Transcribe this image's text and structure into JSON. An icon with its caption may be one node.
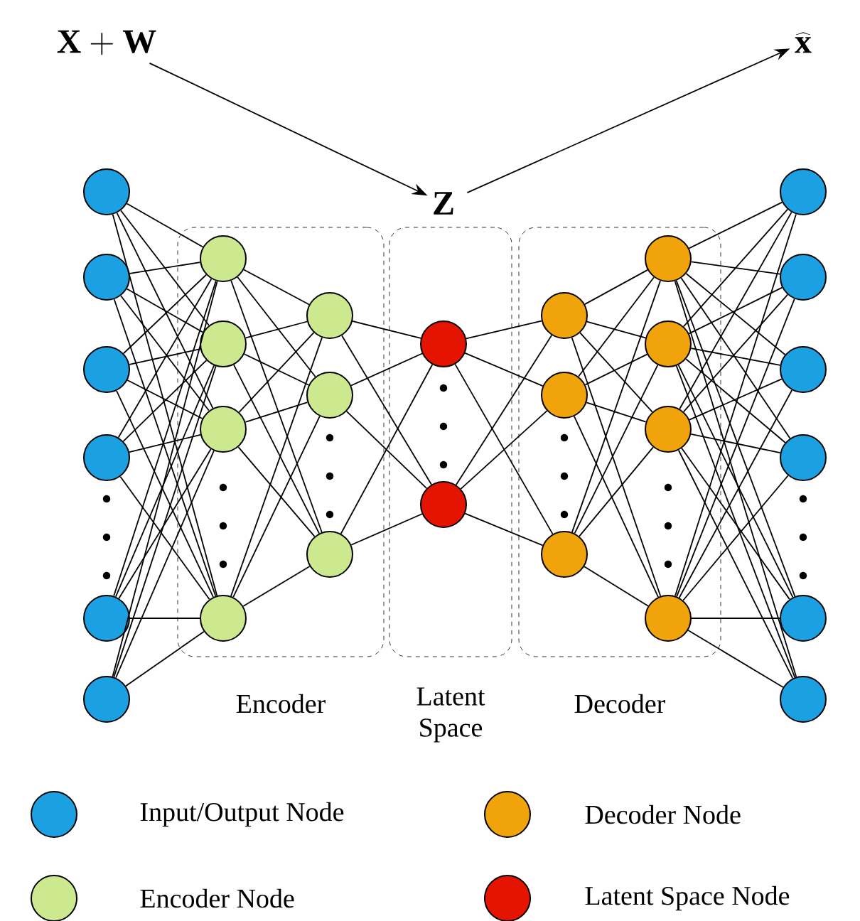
{
  "diagram": {
    "nodes": [
      {
        "text": [
          "\\mathbf{X}+\\mathbf{W}"
        ]
      },
      {
        "text": [
          "\\widehat{\\mathbf{x}}"
        ]
      },
      {
        "text": [
          "\\mathbf{Z}"
        ]
      },
      {
        "text": [],
        "shape": "circle"
      },
      {
        "text": [],
        "shape": "circle"
      },
      {
        "text": [],
        "shape": "circle"
      },
      {
        "text": [],
        "shape": "circle"
      },
      {
        "text": [],
        "shape": "circle"
      },
      {
        "text": [],
        "shape": "circle"
      },
      {
        "text": [
          "Encoder"
        ]
      },
      {
        "text": [],
        "shape": "circle",
        "in": 9
      },
      {
        "text": [],
        "shape": "circle",
        "in": 9
      },
      {
        "text": [],
        "shape": "circle",
        "in": 9
      },
      {
        "text": [],
        "shape": "circle",
        "in": 9
      },
      {
        "text": [],
        "shape": "circle",
        "in": 9
      },
      {
        "text": [],
        "shape": "circle",
        "in": 9
      },
      {
        "text": [],
        "shape": "circle",
        "in": 9
      },
      {
        "text": [
          "Latent Space"
        ]
      },
      {
        "text": [],
        "shape": "circle",
        "in": 17
      },
      {
        "text": [],
        "shape": "circle",
        "in": 17
      },
      {
        "text": [
          "Decoder"
        ]
      },
      {
        "text": [],
        "shape": "circle",
        "in": 20
      },
      {
        "text": [],
        "shape": "circle",
        "in": 20
      },
      {
        "text": [],
        "shape": "circle",
        "in": 20
      },
      {
        "text": [],
        "shape": "circle",
        "in": 20
      },
      {
        "text": [],
        "shape": "circle",
        "in": 20
      },
      {
        "text": [],
        "shape": "circle",
        "in": 20
      },
      {
        "text": [],
        "shape": "circle",
        "in": 20
      },
      {
        "text": [],
        "shape": "circle"
      },
      {
        "text": [],
        "shape": "circle"
      },
      {
        "text": [],
        "shape": "circle"
      },
      {
        "text": [],
        "shape": "circle"
      },
      {
        "text": [],
        "shape": "circle"
      },
      {
        "text": [],
        "shape": "circle"
      }
    ],
    "edges": [
      {
        "from": 0,
        "to": 2,
        "arrow": "to"
      },
      {
        "from": 2,
        "to": 1,
        "arrow": "to"
      },
      {
        "from": 3,
        "to": 10,
        "arrow": "none"
      },
      {
        "from": 3,
        "to": 11,
        "arrow": "none"
      },
      {
        "from": 3,
        "to": 12,
        "arrow": "none"
      },
      {
        "from": 3,
        "to": 13,
        "arrow": "none"
      },
      {
        "from": 4,
        "to": 10,
        "arrow": "none"
      },
      {
        "from": 4,
        "to": 11,
        "arrow": "none"
      },
      {
        "from": 4,
        "to": 12,
        "arrow": "none"
      },
      {
        "from": 4,
        "to": 13,
        "arrow": "none"
      },
      {
        "from": 5,
        "to": 10,
        "arrow": "none"
      },
      {
        "from": 5,
        "to": 11,
        "arrow": "none"
      },
      {
        "from": 5,
        "to": 12,
        "arrow": "none"
      },
      {
        "from": 5,
        "to": 13,
        "arrow": "none"
      },
      {
        "from": 6,
        "to": 10,
        "arrow": "none"
      },
      {
        "from": 6,
        "to": 11,
        "arrow": "none"
      },
      {
        "from": 6,
        "to": 12,
        "arrow": "none"
      },
      {
        "from": 6,
        "to": 13,
        "arrow": "none"
      },
      {
        "from": 7,
        "to": 10,
        "arrow": "none"
      },
      {
        "from": 7,
        "to": 11,
        "arrow": "none"
      },
      {
        "from": 7,
        "to": 12,
        "arrow": "none"
      },
      {
        "from": 7,
        "to": 13,
        "arrow": "none"
      },
      {
        "from": 8,
        "to": 10,
        "arrow": "none"
      },
      {
        "from": 8,
        "to": 11,
        "arrow": "none"
      },
      {
        "from": 8,
        "to": 12,
        "arrow": "none"
      },
      {
        "from": 8,
        "to": 13,
        "arrow": "none"
      },
      {
        "from": 10,
        "to": 14,
        "arrow": "none"
      },
      {
        "from": 10,
        "to": 15,
        "arrow": "none"
      },
      {
        "from": 10,
        "to": 16,
        "arrow": "none"
      },
      {
        "from": 11,
        "to": 14,
        "arrow": "none"
      },
      {
        "from": 11,
        "to": 15,
        "arrow": "none"
      },
      {
        "from": 11,
        "to": 16,
        "arrow": "none"
      },
      {
        "from": 12,
        "to": 14,
        "arrow": "none"
      },
      {
        "from": 12,
        "to": 15,
        "arrow": "none"
      },
      {
        "from": 12,
        "to": 16,
        "arrow": "none"
      },
      {
        "from": 13,
        "to": 14,
        "arrow": "none"
      },
      {
        "from": 13,
        "to": 15,
        "arrow": "none"
      },
      {
        "from": 13,
        "to": 16,
        "arrow": "none"
      },
      {
        "from": 14,
        "to": 18,
        "arrow": "none"
      },
      {
        "from": 14,
        "to": 19,
        "arrow": "none"
      },
      {
        "from": 15,
        "to": 18,
        "arrow": "none"
      },
      {
        "from": 15,
        "to": 19,
        "arrow": "none"
      },
      {
        "from": 16,
        "to": 18,
        "arrow": "none"
      },
      {
        "from": 16,
        "to": 19,
        "arrow": "none"
      },
      {
        "from": 18,
        "to": 21,
        "arrow": "none"
      },
      {
        "from": 18,
        "to": 22,
        "arrow": "none"
      },
      {
        "from": 18,
        "to": 23,
        "arrow": "none"
      },
      {
        "from": 19,
        "to": 21,
        "arrow": "none"
      },
      {
        "from": 19,
        "to": 22,
        "arrow": "none"
      },
      {
        "from": 19,
        "to": 23,
        "arrow": "none"
      },
      {
        "from": 21,
        "to": 24,
        "arrow": "none"
      },
      {
        "from": 21,
        "to": 25,
        "arrow": "none"
      },
      {
        "from": 21,
        "to": 26,
        "arrow": "none"
      },
      {
        "from": 21,
        "to": 27,
        "arrow": "none"
      },
      {
        "from": 22,
        "to": 24,
        "arrow": "none"
      },
      {
        "from": 22,
        "to": 25,
        "arrow": "none"
      },
      {
        "from": 22,
        "to": 26,
        "arrow": "none"
      },
      {
        "from": 22,
        "to": 27,
        "arrow": "none"
      },
      {
        "from": 23,
        "to": 24,
        "arrow": "none"
      },
      {
        "from": 23,
        "to": 25,
        "arrow": "none"
      },
      {
        "from": 23,
        "to": 26,
        "arrow": "none"
      },
      {
        "from": 23,
        "to": 27,
        "arrow": "none"
      },
      {
        "from": 24,
        "to": 28,
        "arrow": "none"
      },
      {
        "from": 24,
        "to": 29,
        "arrow": "none"
      },
      {
        "from": 24,
        "to": 30,
        "arrow": "none"
      },
      {
        "from": 24,
        "to": 31,
        "arrow": "none"
      },
      {
        "from": 24,
        "to": 32,
        "arrow": "none"
      },
      {
        "from": 24,
        "to": 33,
        "arrow": "none"
      },
      {
        "from": 25,
        "to": 28,
        "arrow": "none"
      },
      {
        "from": 25,
        "to": 29,
        "arrow": "none"
      },
      {
        "from": 25,
        "to": 30,
        "arrow": "none"
      },
      {
        "from": 25,
        "to": 31,
        "arrow": "none"
      },
      {
        "from": 25,
        "to": 32,
        "arrow": "none"
      },
      {
        "from": 25,
        "to": 33,
        "arrow": "none"
      },
      {
        "from": 26,
        "to": 28,
        "arrow": "none"
      },
      {
        "from": 26,
        "to": 29,
        "arrow": "none"
      },
      {
        "from": 26,
        "to": 30,
        "arrow": "none"
      },
      {
        "from": 26,
        "to": 31,
        "arrow": "none"
      },
      {
        "from": 26,
        "to": 32,
        "arrow": "none"
      },
      {
        "from": 26,
        "to": 33,
        "arrow": "none"
      },
      {
        "from": 27,
        "to": 28,
        "arrow": "none"
      },
      {
        "from": 27,
        "to": 29,
        "arrow": "none"
      },
      {
        "from": 27,
        "to": 30,
        "arrow": "none"
      },
      {
        "from": 27,
        "to": 31,
        "arrow": "none"
      },
      {
        "from": 27,
        "to": 32,
        "arrow": "none"
      },
      {
        "from": 27,
        "to": 33,
        "arrow": "none"
      }
    ],
    "legend": [
      {
        "text": "Input/Output Node",
        "color": "#1ba1e2"
      },
      {
        "text": "Decoder Node",
        "color": "#f0a30a"
      },
      {
        "text": "Encoder Node",
        "color": "#cde98f"
      },
      {
        "text": "Latent Space Node",
        "color": "#e51400"
      }
    ]
  }
}
